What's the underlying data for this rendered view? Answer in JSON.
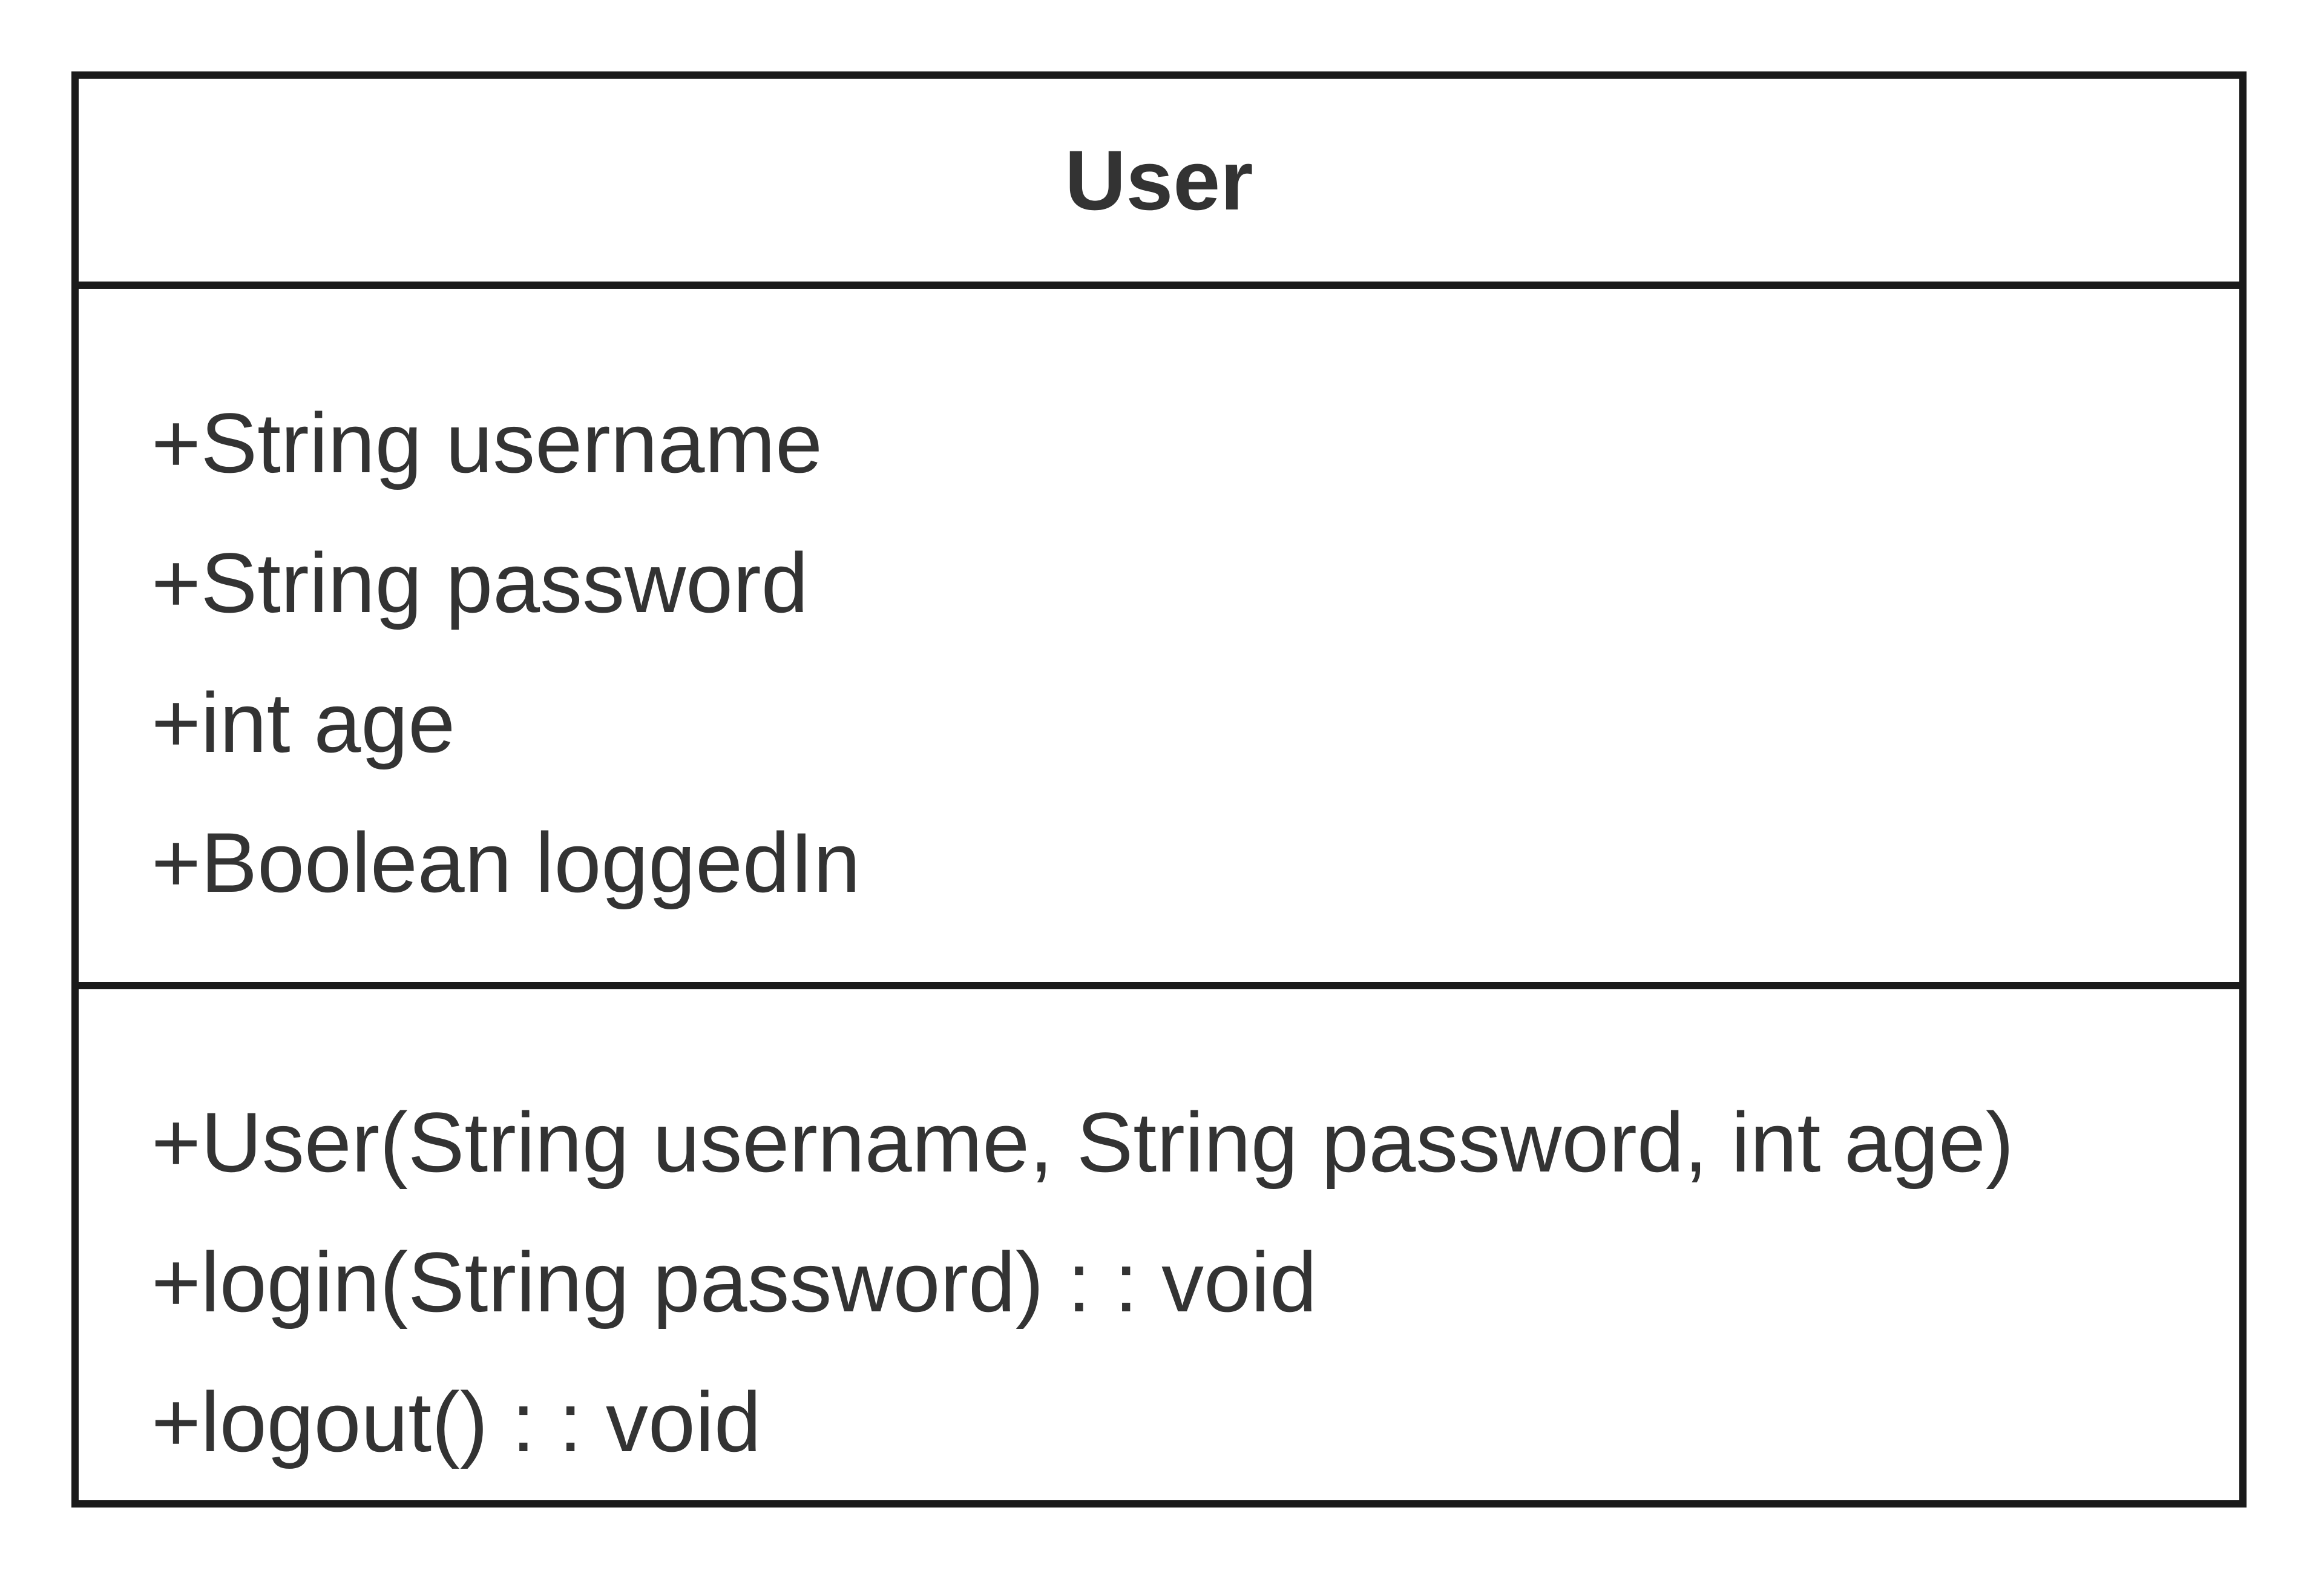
{
  "diagram": {
    "type": "uml-class",
    "colors": {
      "border": "#1a1a1a",
      "text": "#333333",
      "background": "#ffffff"
    },
    "class": {
      "name": "User",
      "attributes": [
        "+String username",
        "+String password",
        "+int age",
        "+Boolean loggedIn"
      ],
      "methods": [
        "+User(String username, String password, int age)",
        "+login(String password) : : void",
        "+logout() : : void"
      ]
    }
  }
}
